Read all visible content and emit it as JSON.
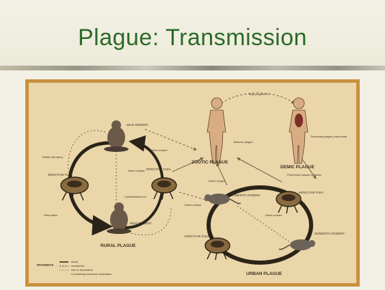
{
  "slide": {
    "title": "Plague: Transmission"
  },
  "diagram": {
    "zootic_plague": "ZOOTIC PLAGUE",
    "demic_plague": "DEMIC PLAGUE",
    "rural_plague": "RURAL PLAGUE",
    "urban_plague": "URBAN PLAGUE",
    "wild_rodent_top": "WILD RODENT",
    "wild_rodent_bottom": "WILD RODENT",
    "domestic_rodent_mid": "DOMESTIC RODENT",
    "domestic_rodent_right": "DOMESTIC RODENT",
    "infective_flea_left": "INFECTIVE FLEA",
    "infective_flea_mid": "INFECTIVE FLEA",
    "infective_flea_right": "INFECTIVE FLEA",
    "infective_flea_bottom": "INFECTIVE FLEA",
    "direct_contact_1": "Direct contact",
    "direct_contact_2": "Direct contact",
    "direct_contact_3": "Direct contact",
    "direct_contact_4": "Direct contact",
    "direct_contact_5": "Direct contact",
    "contaminated_soil": "Contaminated soil",
    "bubonic_plague": "Bubonic plague",
    "secondary_plague": "Secondary plague pneumonia",
    "may_progress": "May progress to",
    "pneumonic_plague": "Pneumonic plague epidemic",
    "winter_dormancy": "Winter dormancy",
    "hibernation": "Hibernation",
    "legend_title": "PATHWAYS",
    "legend_items": [
      "usual",
      "occasional",
      "rare or theoretical",
      "Considering seasonal modulation"
    ]
  },
  "colors": {
    "title": "#2b6a2a",
    "frame": "#c8903f",
    "panel": "#ead6a9",
    "ink": "#3a2f20"
  }
}
